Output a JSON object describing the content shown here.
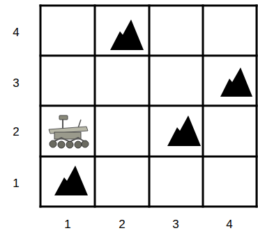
{
  "diagram": {
    "labels": [
      "4",
      "3",
      "2",
      "1",
      "1",
      "2",
      "3",
      "4"
    ]
  }
}
